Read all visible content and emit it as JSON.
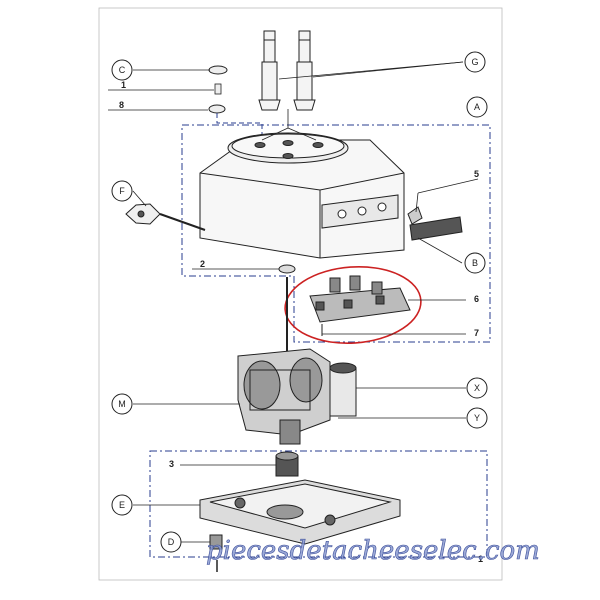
{
  "callouts": {
    "A": "A",
    "B": "B",
    "C": "C",
    "D": "D",
    "E": "E",
    "F": "F",
    "G": "G",
    "M": "M",
    "X": "X",
    "Y": "Y"
  },
  "numbers": {
    "n1": "1",
    "n2": "2",
    "n3": "3",
    "n5": "5",
    "n6": "6",
    "n7": "7",
    "n8": "8",
    "n1b": "1"
  },
  "watermark": "piecesdetacheeselec.com",
  "colors": {
    "line": "#222222",
    "frame": "#2a3d8f",
    "highlight": "#cc2222",
    "watermark_fill": "#8a9ad0"
  }
}
